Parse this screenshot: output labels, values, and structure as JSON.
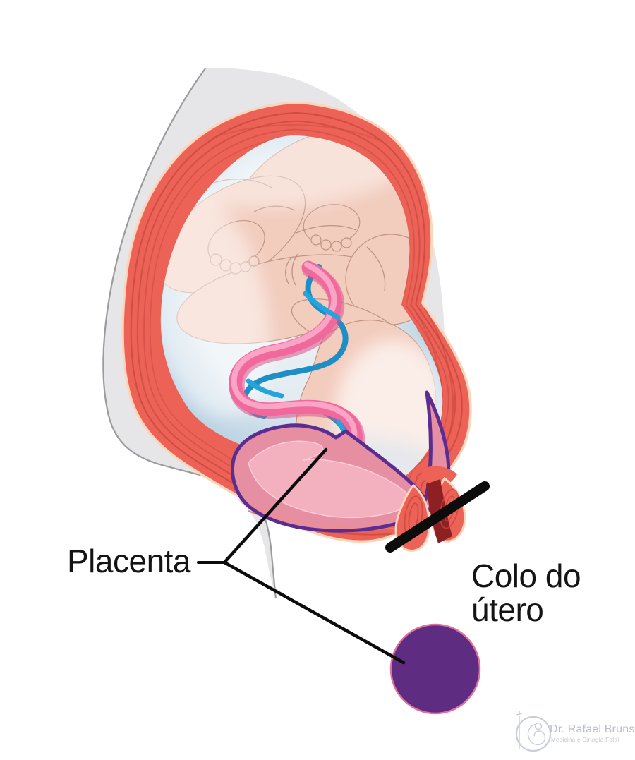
{
  "labels": {
    "placenta": "Placenta",
    "cervix_line1": "Colo do",
    "cervix_line2": "útero"
  },
  "watermark": {
    "name": "Dr. Rafael Bruns",
    "subtitle": "Medicina e Cirurgia Fetal"
  },
  "colors": {
    "uterine_wall_red": "#ec6257",
    "wall_halo_peach": "#fcd5bb",
    "striation_red": "#c6453c",
    "amniotic_sac_blue": "#a9c9de",
    "fetal_skin": "#f2ccbd",
    "umbilical_cord_pink": "#f0689c",
    "cord_vessel_blue": "#25a3dc",
    "placenta_pink": "#e78fa2",
    "placenta_inner_pink": "#f3b0bf",
    "membrane_purple": "#5b2d90",
    "cervix_canal_dark_red": "#8c2023",
    "cervix_marker_purple": "#5e2c80",
    "cervix_marker_border_pink": "#e0709e",
    "body_silhouette_gray": "#e6e6e8",
    "silhouette_line_gray": "#9b9b9e",
    "label_text": "#141414",
    "pointer_line_black": "#0c0c0c",
    "watermark_gray": "#c4c8d6"
  }
}
